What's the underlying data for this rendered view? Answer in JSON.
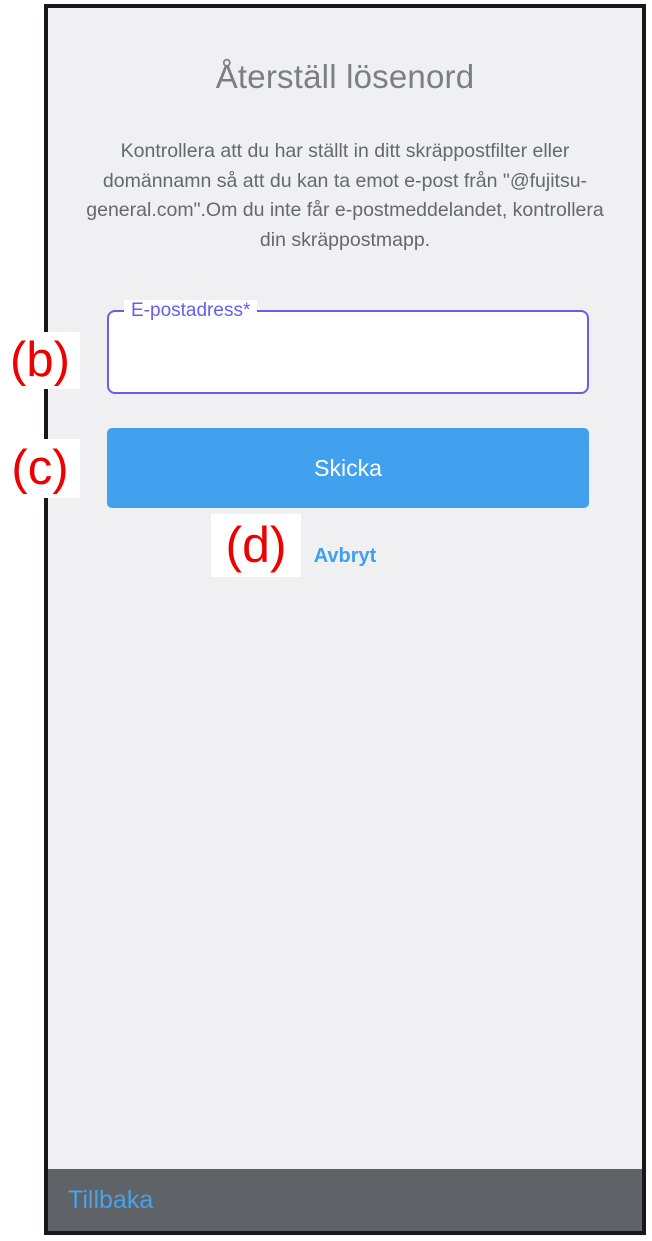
{
  "screen": {
    "title": "Återställ lösenord",
    "instructions": "Kontrollera att du har ställt in ditt skräppostfilter eller domännamn så att du kan ta emot e-post från \"@fujitsu-general.com\".Om du inte får e-postmeddelandet, kontrollera din skräppostmapp."
  },
  "form": {
    "email_label": "E-postadress*",
    "email_value": "",
    "send_label": "Skicka",
    "cancel_label": "Avbryt"
  },
  "footer": {
    "back_label": "Tillbaka"
  },
  "annotations": [
    {
      "id": "b",
      "label": "(b)",
      "target": "email-field"
    },
    {
      "id": "c",
      "label": "(c)",
      "target": "send-button"
    },
    {
      "id": "d",
      "label": "(d)",
      "target": "cancel-link"
    }
  ],
  "colors": {
    "accent_blue": "#42a1ef",
    "input_accent": "#655eef",
    "annotation_red": "#ee0000",
    "bar_gray": "#5f6266",
    "link_blue": "#47a2ea",
    "screen_bg": "#f0f0f3",
    "title_gray": "#7b7e83",
    "body_gray": "#65686c"
  }
}
